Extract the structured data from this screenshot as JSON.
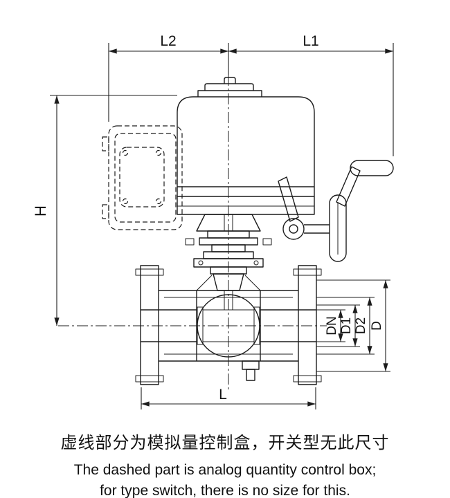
{
  "colors": {
    "line": "#1c1c1c",
    "text": "#111111",
    "background": "#ffffff"
  },
  "drawing": {
    "dim_labels": {
      "l2": "L2",
      "l1": "L1",
      "h": "H",
      "dn": "DN",
      "d1": "D1",
      "d2": "D2",
      "d": "D",
      "l": "L"
    }
  },
  "caption": {
    "zh": "虚线部分为模拟量控制盒，开关型无此尺寸",
    "en_line1": "The dashed part is analog quantity control box;",
    "en_line2": "for type switch, there is no size for this."
  }
}
